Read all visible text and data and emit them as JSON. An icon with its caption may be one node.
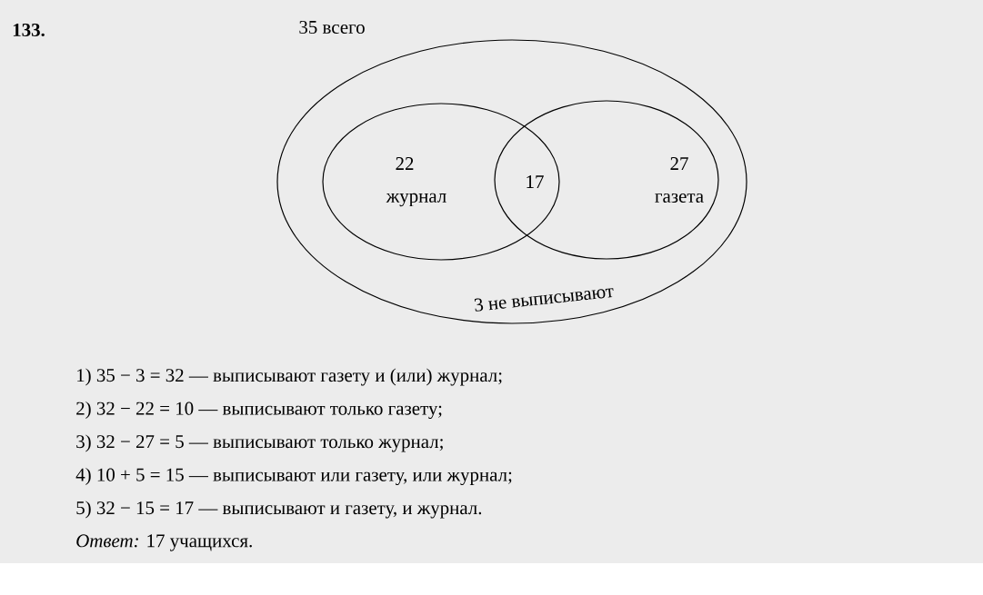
{
  "diagram": {
    "nodes": [
      {
        "text": [
          "35 всего",
          "3 не выписывают"
        ]
      },
      {
        "text": [
          "22",
          "журнал"
        ],
        "in": 0
      },
      {
        "text": [
          "27",
          "газета"
        ],
        "in": 0
      }
    ],
    "labels": [
      "133.",
      "17",
      "1) 35 − 3 = 32 — выписывают газету и (или) журнал;",
      "2) 32 − 22 = 10 — выписывают только газету;",
      "3) 32 − 27 = 5 — выписывают только журнал;",
      "4) 10 + 5 = 15 — выписывают или газету, или журнал;",
      "5) 32 − 15 = 17 — выписывают и газету, и журнал.",
      "*Ответ:* 17 учащихся."
    ]
  }
}
